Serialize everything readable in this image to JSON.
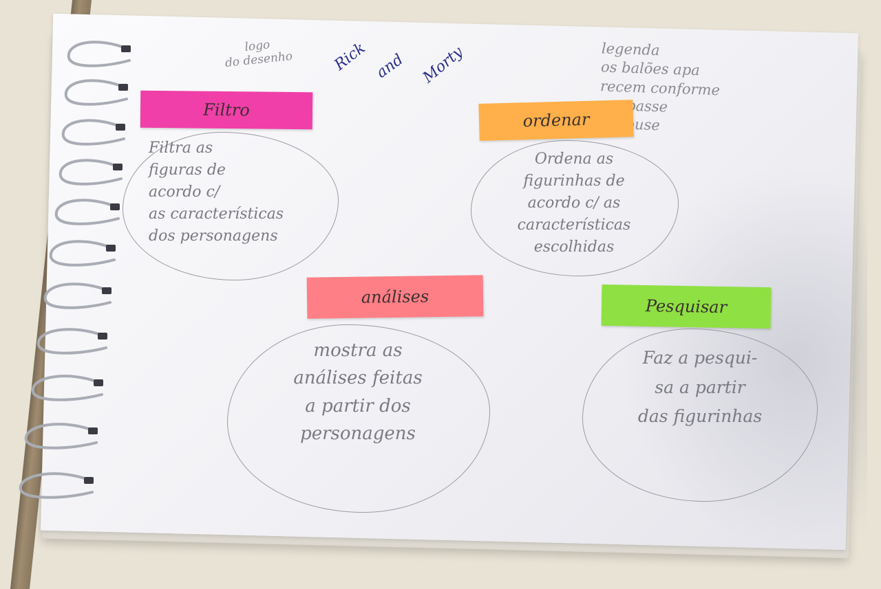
{
  "notes": {
    "logo": "logo\ndo desenho",
    "title_1": "Rick",
    "title_2": "and",
    "title_3": "Morty",
    "legend": "legenda\nos balões apa\nrecem conforme\nme passe\no mouse"
  },
  "stickies": [
    {
      "label": "Filtro",
      "color": "#f03fa8"
    },
    {
      "label": "ordenar",
      "color": "#ffb04a"
    },
    {
      "label": "análises",
      "color": "#ff7f86"
    },
    {
      "label": "Pesquisar",
      "color": "#8fe043"
    }
  ],
  "bubbles": [
    {
      "text": "Filtra as\nfiguras de\nacordo c/\nas características\ndos personagens"
    },
    {
      "text": "Ordena as\nfigurinhas de\nacordo c/ as\ncaracterísticas\nescolhidas"
    },
    {
      "text": "mostra as\nanálises feitas\na partir dos\npersonagens"
    },
    {
      "text": "Faz a pesqui-\nsa a partir\ndas figurinhas"
    }
  ]
}
